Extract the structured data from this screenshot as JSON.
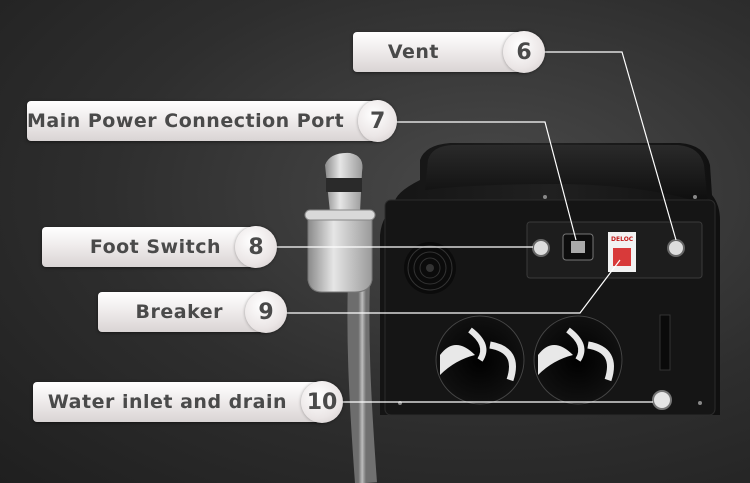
{
  "callouts": [
    {
      "number": "6",
      "label": "Vent"
    },
    {
      "number": "7",
      "label": "Main Power Connection Port"
    },
    {
      "number": "8",
      "label": "Foot Switch"
    },
    {
      "number": "9",
      "label": "Breaker"
    },
    {
      "number": "10",
      "label": "Water inlet and drain"
    }
  ],
  "device": {
    "brand_label": "DELOC"
  }
}
